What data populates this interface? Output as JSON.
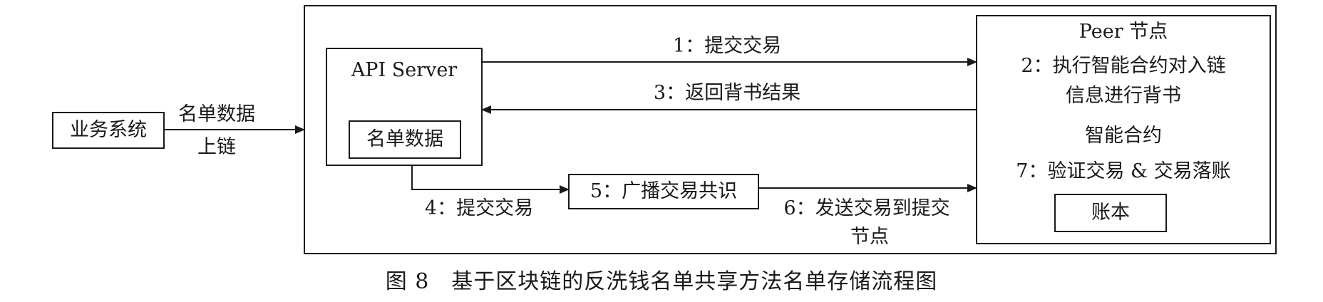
{
  "diagram": {
    "business_system": "业务系统",
    "upload_label_line1": "名单数据",
    "upload_label_line2": "上链",
    "api_server": {
      "title": "API Server",
      "data_box": "名单数据"
    },
    "peer": {
      "title": "Peer 节点",
      "step2_line1": "2：执行智能合约对入链",
      "step2_line2": "信息进行背书",
      "contract": "智能合约",
      "step7": "7：验证交易 & 交易落账",
      "ledger": "账本"
    },
    "arrows": {
      "step1": "1：提交交易",
      "step3": "3：返回背书结果",
      "step4": "4：提交交易",
      "step5": "5：广播交易共识",
      "step6_line1": "6：发送交易到提交",
      "step6_line2": "节点"
    }
  },
  "caption": "图 8　基于区块链的反洗钱名单共享方法名单存储流程图"
}
